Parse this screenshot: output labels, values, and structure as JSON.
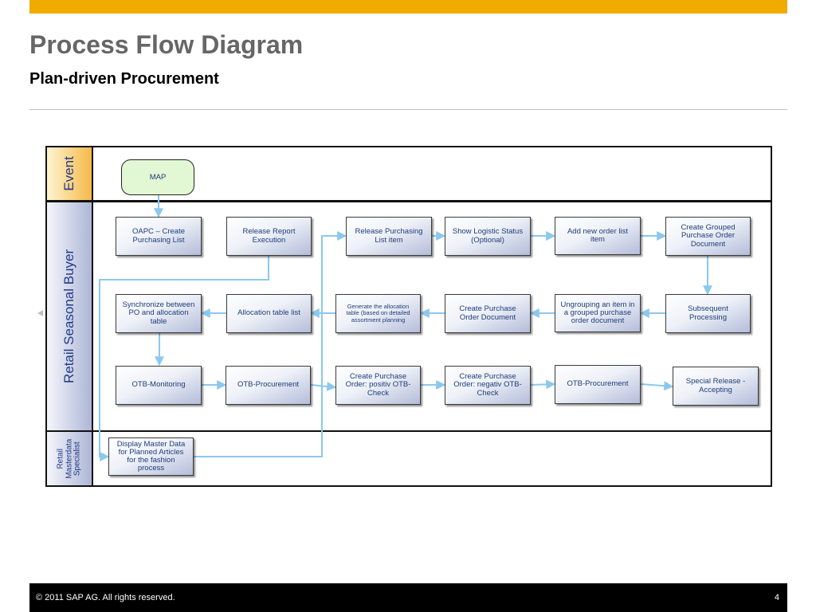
{
  "slide": {
    "title": "Process Flow Diagram",
    "subtitle": "Plan-driven Procurement",
    "copyright": "©  2011 SAP AG. All rights reserved.",
    "page_number": "4",
    "accent_color": "#f0ab00"
  },
  "lanes": {
    "event": "Event",
    "buyer": "Retail Seasonal Buyer",
    "specialist_lines": [
      "Retail",
      "Masterdata",
      "Specialist"
    ]
  },
  "event": {
    "label": "MAP"
  },
  "tasks": {
    "oapc": "OAPC – Create Purchasing List",
    "release_report": "Release Report Execution",
    "release_purchasing": "Release Purchasing List item",
    "show_logistic": "Show Logistic Status (Optional)",
    "add_order_list": "Add new order list item",
    "create_grouped": "Create Grouped Purchase Order Document",
    "synchronize": "Synchronize between PO and allocation table",
    "allocation_list": "Allocation table list",
    "generate_alloc": "Generate the allocation table (based on detailed assortment planning",
    "create_po_doc": "Create Purchase Order Document",
    "ungrouping": "Ungrouping an item in a grouped purchase order document",
    "subsequent": "Subsequent Processing",
    "otb_monitoring": "OTB-Monitoring",
    "otb_procurement_1": "OTB-Procurement",
    "create_po_pos": "Create Purchase Order: positiv OTB-Check",
    "create_po_neg": "Create Purchase Order: negativ OTB-Check",
    "otb_procurement_2": "OTB-Procurement",
    "special_release": "Special Release - Accepting",
    "display_master": "Display Master Data for Planned Articles for the fashion process"
  },
  "colors": {
    "connector": "#8cc8ee",
    "lane_text": "#223a87",
    "event_fill": "#e2f7d3"
  }
}
